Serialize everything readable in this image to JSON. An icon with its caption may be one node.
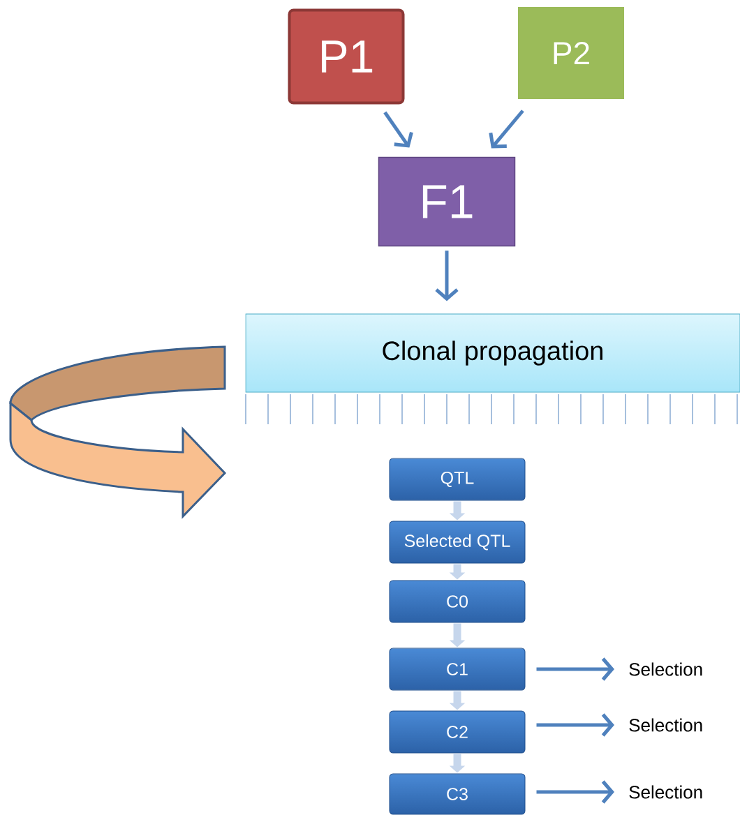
{
  "diagram": {
    "nodes": [
      {
        "text": [
          "P1"
        ]
      },
      {
        "text": [
          "P2"
        ]
      },
      {
        "text": [
          "F1"
        ]
      },
      {
        "text": [
          "Clonal propagation"
        ]
      },
      {
        "text": [
          "QTL"
        ]
      },
      {
        "text": [
          "Selected QTL"
        ]
      },
      {
        "text": [
          "C0"
        ]
      },
      {
        "text": [
          "C1"
        ]
      },
      {
        "text": [
          "C2"
        ]
      },
      {
        "text": [
          "C3"
        ]
      },
      {
        "text": [
          "Selection"
        ]
      },
      {
        "text": [
          "Selection"
        ]
      },
      {
        "text": [
          "Selection"
        ]
      }
    ],
    "edges": [
      {
        "from": 0,
        "to": 2,
        "arrow": "to"
      },
      {
        "from": 1,
        "to": 2,
        "arrow": "to"
      },
      {
        "from": 2,
        "to": 3,
        "arrow": "to"
      },
      {
        "from": 4,
        "to": 5,
        "arrow": "to",
        "style": "thick",
        "color": "#c6d6ec"
      },
      {
        "from": 5,
        "to": 6,
        "arrow": "to",
        "style": "thick",
        "color": "#c6d6ec"
      },
      {
        "from": 6,
        "to": 7,
        "arrow": "to",
        "style": "thick",
        "color": "#c6d6ec"
      },
      {
        "from": 7,
        "to": 8,
        "arrow": "to",
        "style": "thick",
        "color": "#c6d6ec"
      },
      {
        "from": 8,
        "to": 9,
        "arrow": "to",
        "style": "thick",
        "color": "#c6d6ec"
      },
      {
        "from": 7,
        "to": 10,
        "arrow": "to"
      },
      {
        "from": 8,
        "to": 11,
        "arrow": "to"
      },
      {
        "from": 9,
        "to": 12,
        "arrow": "to"
      }
    ]
  }
}
